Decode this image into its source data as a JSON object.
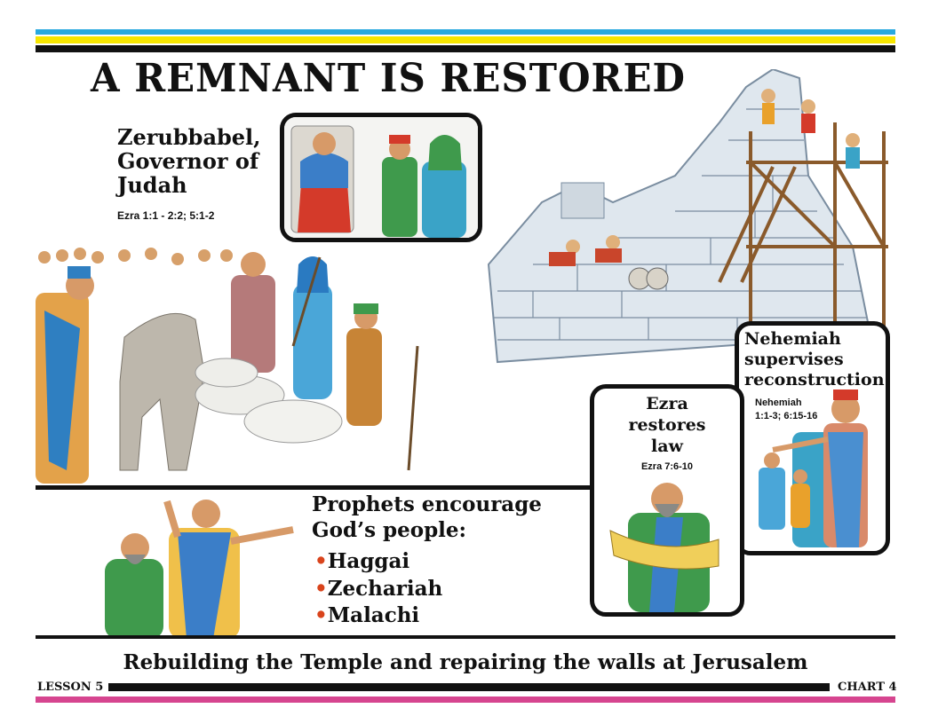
{
  "colors": {
    "cyan": "#29a9e0",
    "yellow": "#f7e600",
    "black": "#111111",
    "magenta": "#d6458f",
    "bullet": "#d9441c"
  },
  "title": "A REMNANT IS RESTORED",
  "zerubbabel": {
    "label_line1": "Zerubbabel,",
    "label_line2": "Governor of",
    "label_line3": "Judah",
    "reference": "Ezra 1:1 - 2:2; 5:1-2"
  },
  "nehemiah": {
    "label_line1": "Nehemiah",
    "label_line2": "supervises",
    "label_line3": "reconstruction",
    "reference_line1": "Nehemiah",
    "reference_line2": "1:1-3; 6:15-16"
  },
  "ezra": {
    "label_line1": "Ezra",
    "label_line2": "restores",
    "label_line3": "law",
    "reference": "Ezra 7:6-10"
  },
  "prophets": {
    "heading_line1": "Prophets encourage",
    "heading_line2": "God’s people:",
    "bullet": "•",
    "names": [
      "Haggai",
      "Zechariah",
      "Malachi"
    ]
  },
  "subtitle": "Rebuilding the Temple and repairing the walls at Jerusalem",
  "footer": {
    "lesson": "LESSON 5",
    "chart": "CHART 4"
  }
}
